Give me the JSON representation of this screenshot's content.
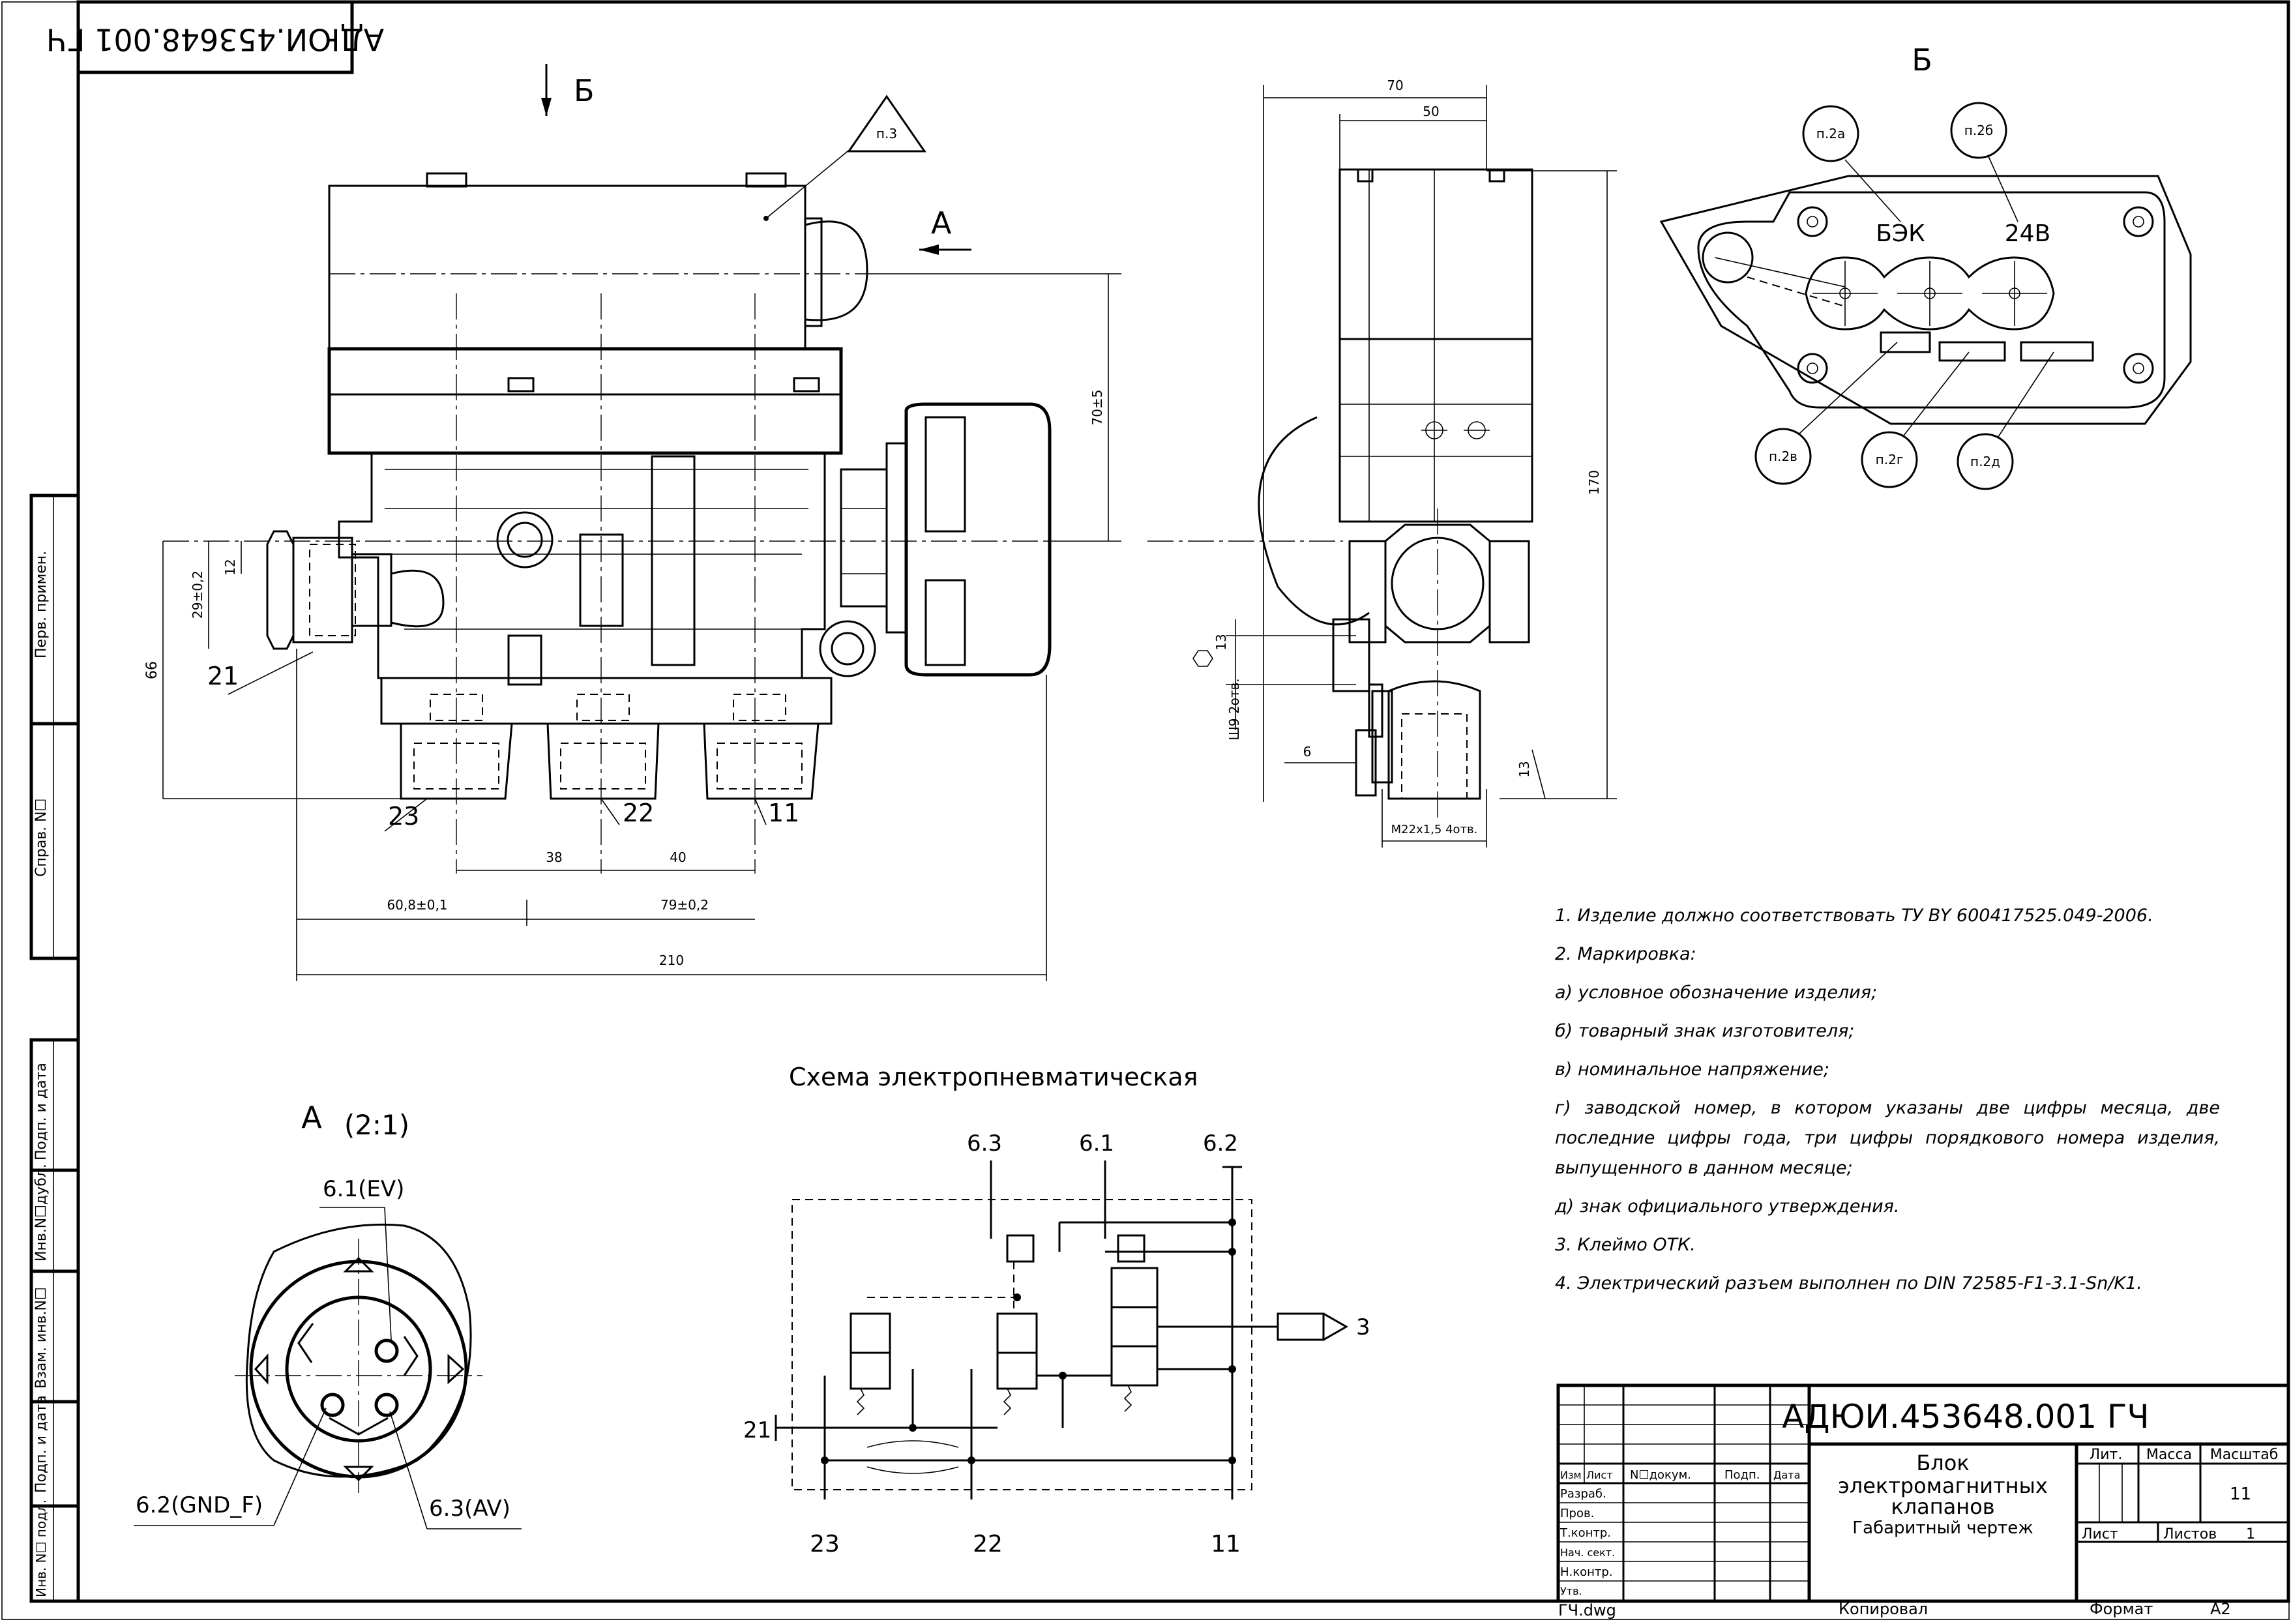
{
  "stamp_code_top": "АДЮИ.453648.001 ГЧ",
  "side_stamp": [
    "Перв. примен.",
    "Справ. N☐",
    "Подп. и дата",
    "Инв.N☐дубл.",
    "Взам. инв.N☐",
    "Подп. и дата",
    "Инв. N☐ подл."
  ],
  "view_markers": {
    "b_arrow": "Б",
    "a_arrow": "А",
    "b_title": "Б",
    "a_title": "А",
    "a_scale": "(2:1)",
    "note_flag": "п.3"
  },
  "front_view": {
    "dims": {
      "d70_5": "70±5",
      "d12": "12",
      "d29": "29±0,2",
      "d66": "66",
      "d38": "38",
      "d40": "40",
      "d60": "60,8±0,1",
      "d79": "79±0,2",
      "d210": "210"
    },
    "ports": {
      "p21": "21",
      "p23": "23",
      "p22": "22",
      "p11": "11"
    }
  },
  "side_view": {
    "dims": {
      "d70": "70",
      "d50": "50",
      "d170": "170",
      "d13a": "13",
      "d13b": "13",
      "d6": "6",
      "thread_left": "Ш9 2отв.",
      "thread_bottom": "М22х1,5 4отв."
    }
  },
  "view_b": {
    "labels": {
      "a": "п.2а",
      "b": "п.2б",
      "v": "п.2в",
      "g": "п.2г",
      "d": "п.2д"
    },
    "marks": {
      "m1": "БЭК",
      "m2": "24В"
    }
  },
  "view_a": {
    "pins": {
      "p61": "6.1(EV)",
      "p62": "6.2(GND_F)",
      "p63": "6.3(AV)"
    }
  },
  "schematic": {
    "title": "Схема электропневматическая",
    "ports": {
      "t63": "6.3",
      "t61": "6.1",
      "t62": "6.2",
      "p21": "21",
      "p3": "3",
      "b23": "23",
      "b22": "22",
      "b11": "11"
    }
  },
  "notes": [
    "1. Изделие должно соответствовать ТУ BY 600417525.049-2006.",
    "2. Маркировка:",
    "а) условное обозначение изделия;",
    "б) товарный знак изготовителя;",
    "в) номинальное напряжение;",
    "г) заводской номер, в котором указаны две цифры месяца, две последние цифры года, три цифры порядкового номера изделия, выпущенного в данном месяце;",
    "д) знак официального утверждения.",
    "3. Клеймо ОТК.",
    "4. Электрический разъем выполнен по DIN 72585-F1-3.1-Sn/K1."
  ],
  "title_block": {
    "code": "АДЮИ.453648.001 ГЧ",
    "name_lines": [
      "Блок",
      "электромагнитных",
      "клапанов"
    ],
    "doc_type": "Габаритный чертеж",
    "columns": {
      "izm": "Изм",
      "list": "Лист",
      "ndoc": "N☐докум.",
      "podp": "Подп.",
      "data": "Дата"
    },
    "roles": [
      "Разраб.",
      "Пров.",
      "Т.контр.",
      "Нач. сект.",
      "Н.контр.",
      "Утв."
    ],
    "lit": "Лит.",
    "massa": "Масса",
    "masshtab": "Масштаб",
    "scale_value": "11",
    "sheet": "Лист",
    "sheets": "Листов",
    "sheets_value": "1",
    "file": "ГЧ.dwg",
    "copied": "Копировал",
    "format": "Формат",
    "format_value": "А2"
  }
}
